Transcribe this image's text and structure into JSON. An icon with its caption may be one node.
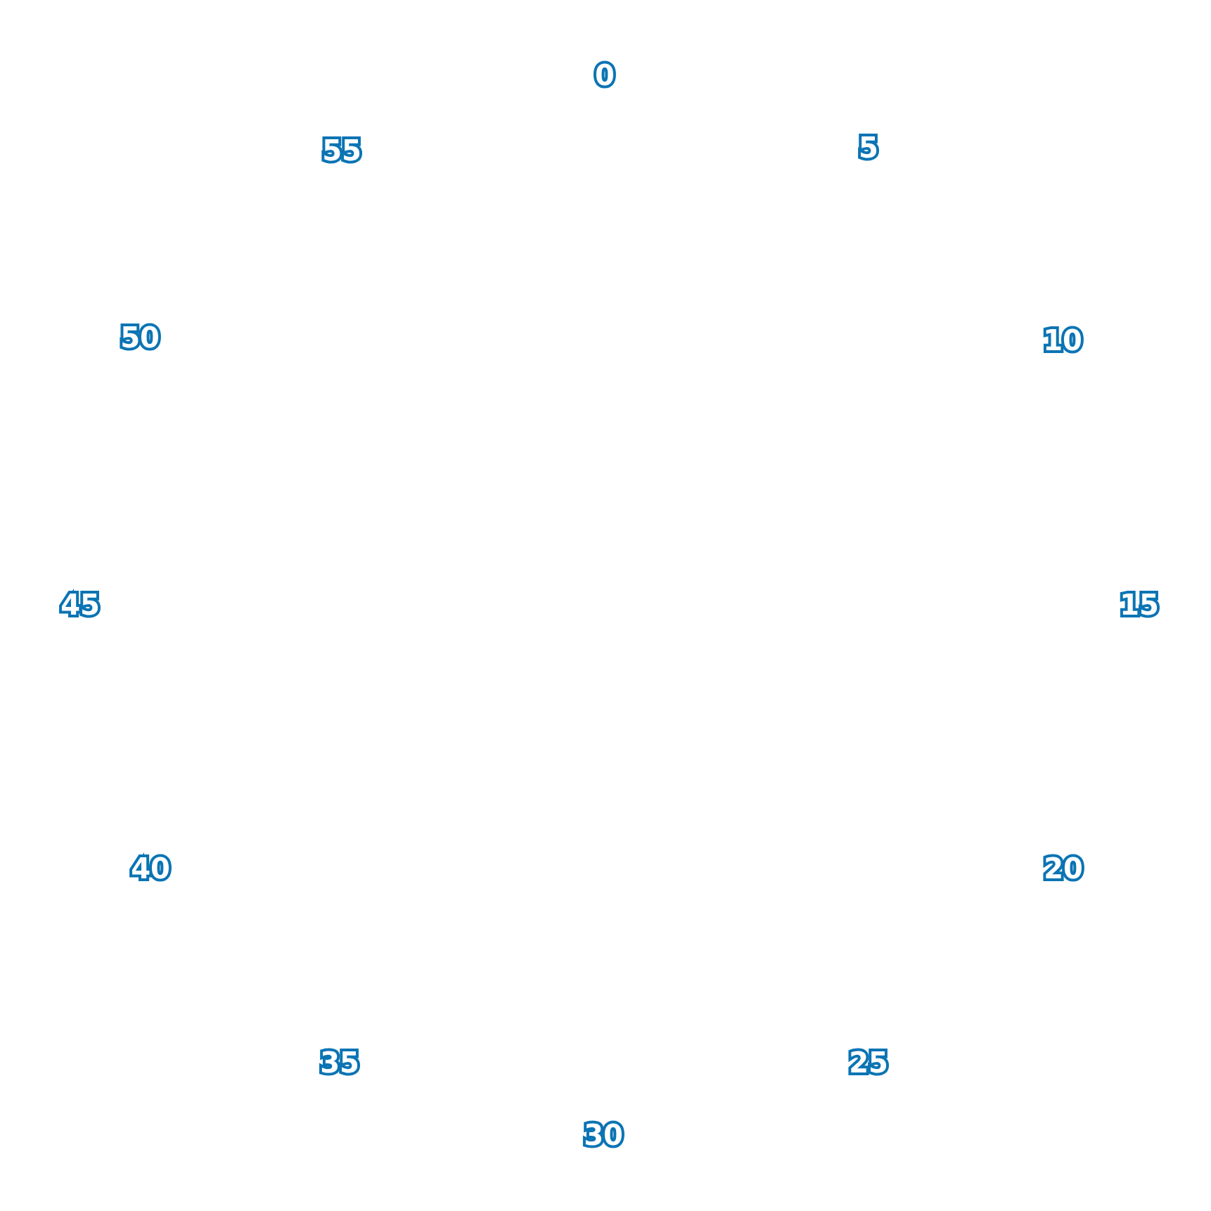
{
  "diagram": {
    "labels": [
      "0",
      "5",
      "10",
      "15",
      "20",
      "25",
      "30",
      "35",
      "40",
      "45",
      "50",
      "55"
    ]
  }
}
